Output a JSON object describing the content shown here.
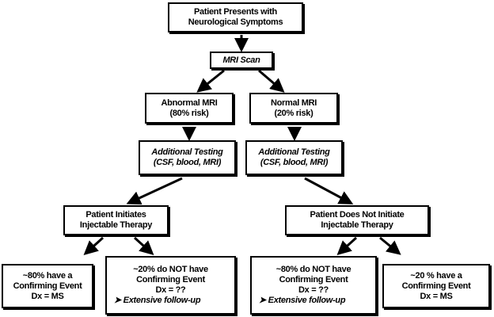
{
  "nodes": {
    "start": {
      "lines": [
        "Patient Presents with",
        "Neurological Symptoms"
      ]
    },
    "mri": {
      "lines": [
        "MRI Scan"
      ]
    },
    "abnormal": {
      "lines": [
        "Abnormal MRI",
        "(80% risk)"
      ]
    },
    "normal": {
      "lines": [
        "Normal MRI",
        "(20% risk)"
      ]
    },
    "testing_left": {
      "lines": [
        "Additional Testing",
        "(CSF, blood, MRI)"
      ]
    },
    "testing_right": {
      "lines": [
        "Additional Testing",
        "(CSF, blood, MRI)"
      ]
    },
    "initiates": {
      "lines": [
        "Patient Initiates",
        "Injectable Therapy"
      ]
    },
    "not_initiate": {
      "lines": [
        "Patient Does Not Initiate",
        "Injectable Therapy"
      ]
    },
    "out1": {
      "lines": [
        "~80% have a",
        "Confirming Event",
        "Dx = MS"
      ]
    },
    "out2": {
      "lines": [
        "~20% do NOT have",
        "Confirming Event",
        "Dx = ??",
        "➤ Extensive follow-up"
      ]
    },
    "out3": {
      "lines": [
        "~80% do NOT have",
        "Confirming Event",
        "Dx = ??",
        "➤ Extensive follow-up"
      ]
    },
    "out4": {
      "lines": [
        "~20 % have a",
        "Confirming Event",
        "Dx = MS"
      ]
    }
  }
}
